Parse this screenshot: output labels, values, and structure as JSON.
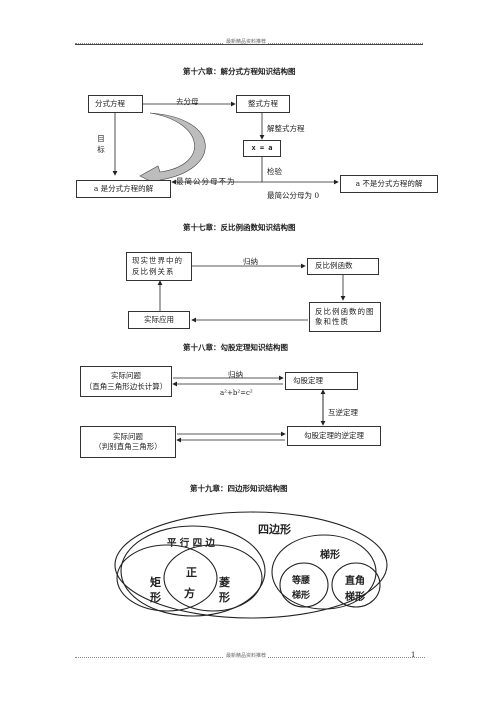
{
  "header": {
    "text": "最新精品资料推荐"
  },
  "footer": {
    "text": "最新精品资料推荐",
    "page_number": "1"
  },
  "sec16": {
    "title": "第十六章：解分式方程知识结构图",
    "box_fraction_eq": "分式方程",
    "box_integral_eq": "整式方程",
    "box_x_eq_a": "x = a",
    "box_is_root": "a 是分式方程的解",
    "box_not_root": "a 不是分式方程的解",
    "lbl_remove_denom": "去分母",
    "lbl_solve_integral": "解整式方程",
    "lbl_check": "检验",
    "lbl_lcd_not_zero": "最简公分母不为",
    "lbl_lcd_zero": "最简公分母为 0",
    "lbl_goal": "目标"
  },
  "sec17": {
    "title": "第十七章：反比例函数知识结构图",
    "box_real": "现实世界中的反比例关系",
    "box_inverse_fn": "反比例函数",
    "box_graph_props": "反比例函数的图象和性质",
    "box_application": "实际应用",
    "lbl_induction": "归纳"
  },
  "sec18": {
    "title": "第十八章：勾股定理知识结构图",
    "box_problem1": "实际问题\n（直角三角形边长计算）",
    "box_theorem": "勾股定理",
    "box_problem2": "实际问题\n（判别直角三角形）",
    "box_converse": "勾股定理的逆定理",
    "lbl_induction": "归纳",
    "lbl_formula": "a²+b²=c²",
    "lbl_mutual": "互逆定理"
  },
  "sec19": {
    "title": "第十九章：四边形知识结构图",
    "quadrilateral": "四边形",
    "parallelogram": "平 行 四 边",
    "rectangle_a": "矩",
    "rectangle_b": "形",
    "square_a": "正",
    "square_b": "方",
    "rhombus_a": "菱",
    "rhombus_b": "形",
    "trapezoid": "梯形",
    "isosceles_a": "等腰",
    "isosceles_b": "梯形",
    "right_a": "直角",
    "right_b": "梯形"
  }
}
